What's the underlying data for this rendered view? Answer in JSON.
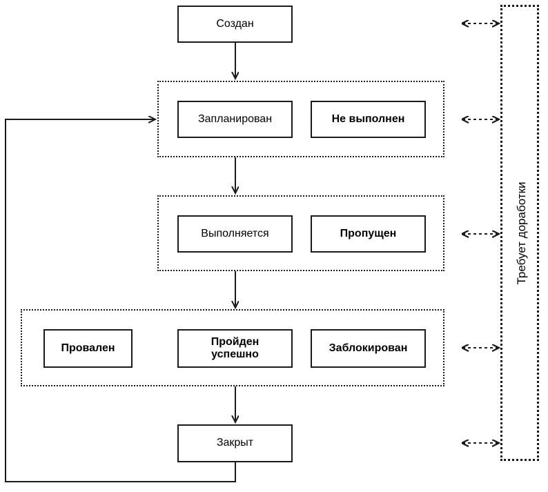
{
  "diagram": {
    "title": "",
    "nodes": {
      "created": "Создан",
      "planned": "Запланирован",
      "not_executed": "Не выполнен",
      "in_progress": "Выполняется",
      "skipped": "Пропущен",
      "failed": "Провален",
      "passed": "Пройден\nуспешно",
      "passed_line1": "Пройден",
      "passed_line2": "успешно",
      "blocked": "Заблокирован",
      "closed": "Закрыт"
    },
    "panel": {
      "label": "Требует доработки"
    },
    "colors": {
      "stroke": "#1a1a1a",
      "background": "#ffffff",
      "text": "#000000"
    }
  }
}
